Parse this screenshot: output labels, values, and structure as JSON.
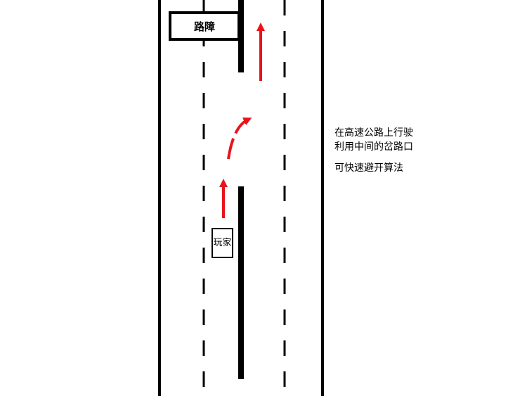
{
  "labels": {
    "obstacle": "路障",
    "player": "玩家"
  },
  "caption": {
    "line1": "在高速公路上行驶",
    "line2": "利用中间的岔路口",
    "line3": "可快速避开算法"
  },
  "colors": {
    "road_line": "#000000",
    "arrow": "#e8141b",
    "background": "#ffffff"
  }
}
